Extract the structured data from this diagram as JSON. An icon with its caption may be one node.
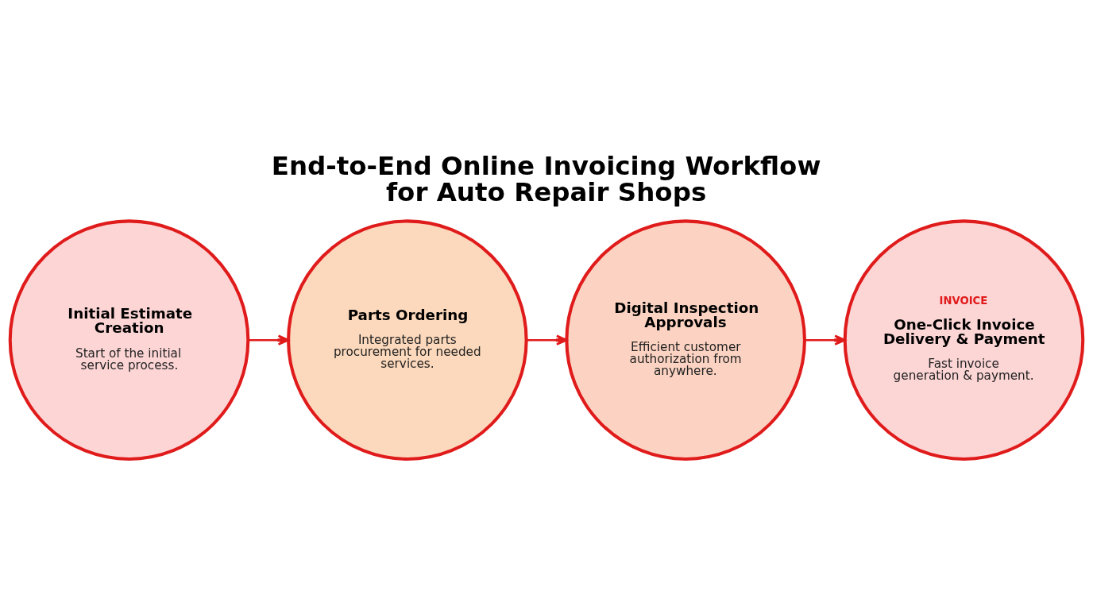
{
  "diagram": {
    "title": "End-to-End Online Invoicing Workflow for Auto Repair Shops",
    "nodes": [
      {
        "text": [
          "Initial Estimate Creation",
          "Start of the initial service process."
        ]
      },
      {
        "text": [
          "Parts Ordering",
          "Integrated parts procurement for needed services."
        ]
      },
      {
        "text": [
          "Digital Inspection Approvals",
          "Efficient customer authorization from anywhere."
        ]
      },
      {
        "text": [
          "INVOICE",
          "One-Click Invoice Delivery & Payment",
          "Fast invoice generation & payment."
        ]
      }
    ],
    "edges": [
      {
        "from": 0,
        "to": 1,
        "arrow": "to"
      },
      {
        "from": 1,
        "to": 2,
        "arrow": "to"
      },
      {
        "from": 2,
        "to": 3,
        "arrow": "to"
      }
    ]
  }
}
